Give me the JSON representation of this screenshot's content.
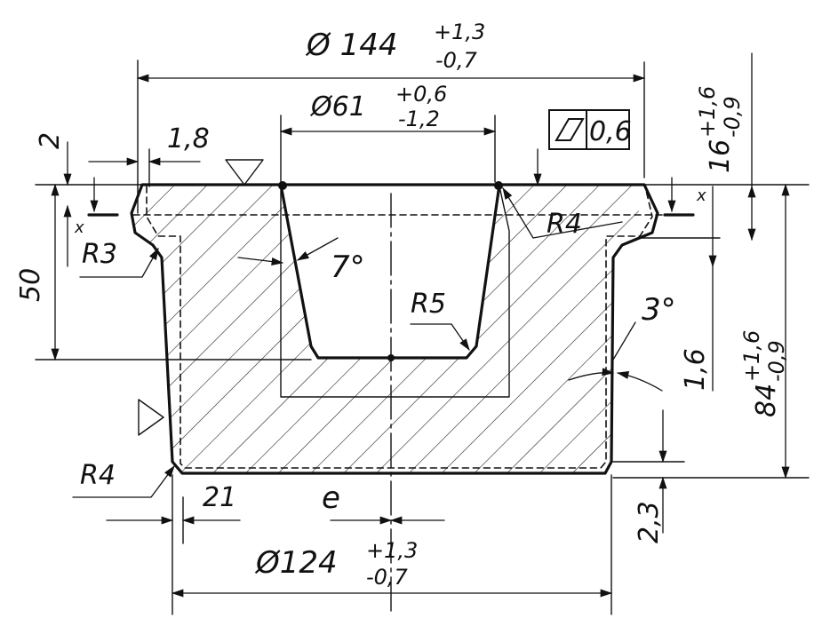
{
  "dimensions": {
    "d144": "Ø 144",
    "d144_upper": "+1,3",
    "d144_lower": "-0,7",
    "d61": "Ø61",
    "d61_upper": "+0,6",
    "d61_lower": "-1,2",
    "d124": "Ø124",
    "d124_upper": "+1,3",
    "d124_lower": "-0,7",
    "h16": "16",
    "h16_upper": "+1,6",
    "h16_lower": "-0,9",
    "h84": "84",
    "h84_upper": "+1,6",
    "h84_lower": "-0,9",
    "h50": "50",
    "v2": "2",
    "v18": "1,8",
    "v16": "1,6",
    "v23": "2,3",
    "v21": "21",
    "e": "e"
  },
  "radii": {
    "r3": "R3",
    "r4_top": "R4",
    "r4_bottom": "R4",
    "r5": "R5"
  },
  "angles": {
    "a7": "7°",
    "a3": "3°"
  },
  "tolerance": {
    "value": "0,6",
    "symbol": "flatness-parallelogram"
  },
  "marks": {
    "x_left": "x",
    "x_right": "x"
  }
}
